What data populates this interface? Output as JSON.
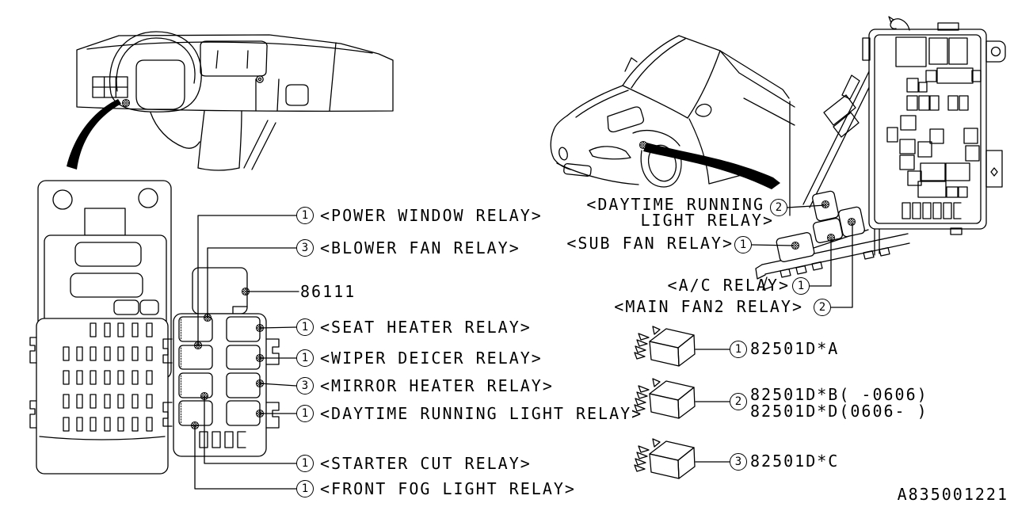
{
  "figure_code": "A835001221",
  "cabin_box": {
    "part_number_label": "86111",
    "labels": [
      {
        "num": "1",
        "text": "<POWER WINDOW RELAY>"
      },
      {
        "num": "3",
        "text": "<BLOWER FAN RELAY>"
      },
      {
        "num": "1",
        "text": "<SEAT HEATER RELAY>"
      },
      {
        "num": "1",
        "text": "<WIPER DEICER RELAY>"
      },
      {
        "num": "3",
        "text": "<MIRROR HEATER RELAY>"
      },
      {
        "num": "1",
        "text": "<DAYTIME RUNNING LIGHT RELAY>"
      },
      {
        "num": "1",
        "text": "<STARTER CUT RELAY>"
      },
      {
        "num": "1",
        "text": "<FRONT FOG LIGHT RELAY>"
      }
    ]
  },
  "engine_box": {
    "daytime_running": {
      "num": "2",
      "line1": "<DAYTIME RUNNING",
      "line2": "LIGHT RELAY>"
    },
    "sub_fan": {
      "num": "1",
      "text": "<SUB FAN RELAY>"
    },
    "ac": {
      "num": "1",
      "text": "<A/C RELAY>"
    },
    "main_fan2": {
      "num": "2",
      "text": "<MAIN FAN2 RELAY>"
    }
  },
  "relay_parts": [
    {
      "num": "1",
      "lines": [
        "82501D*A",
        ""
      ]
    },
    {
      "num": "2",
      "lines": [
        "82501D*B( -0606)",
        "82501D*D(0606- )"
      ]
    },
    {
      "num": "3",
      "lines": [
        "82501D*C",
        ""
      ]
    }
  ]
}
